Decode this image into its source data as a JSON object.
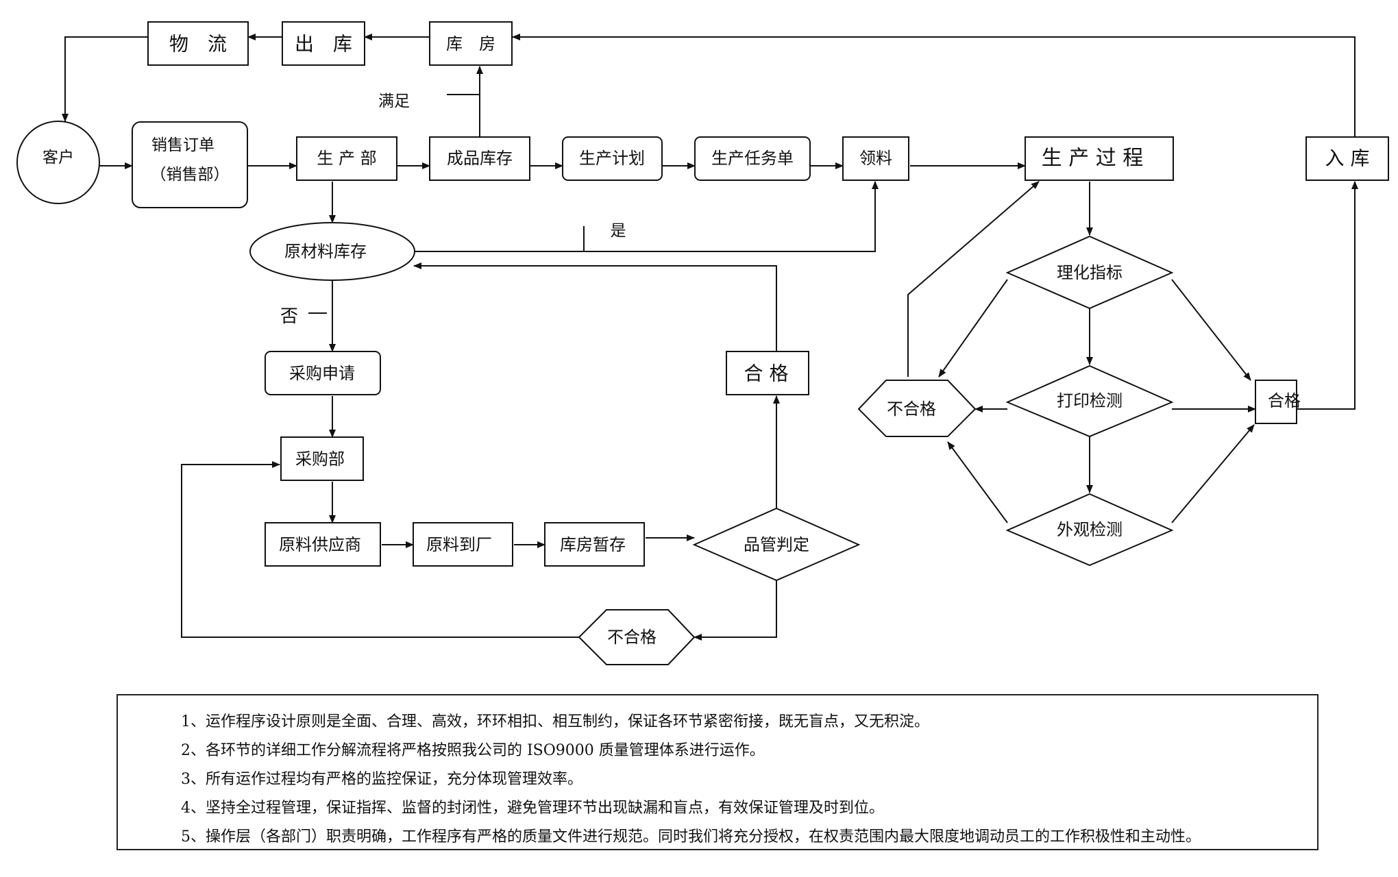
{
  "nodes": {
    "logistics": "物　流",
    "outbound": "出　库",
    "warehouse": "库　房",
    "satisfy": "满足",
    "customer": "客户",
    "sales_order_line1": "销售订单",
    "sales_order_line2": "（销售部）",
    "production_dept": "生 产 部",
    "finished_stock": "成品库存",
    "production_plan": "生产计划",
    "production_task": "生产任务单",
    "material_pick": "领料",
    "production_process": "生 产 过 程",
    "inbound": "入 库",
    "raw_stock": "原材料库存",
    "yes": "是",
    "no": "否",
    "purchase_request": "采购申请",
    "purchase_dept": "采购部",
    "supplier": "原料供应商",
    "material_arrival": "原料到厂",
    "temp_storage": "库房暂存",
    "qc_judgement": "品管判定",
    "qualified_left": "合 格",
    "unqualified_bottom": "不合格",
    "physchem_index": "理化指标",
    "print_check": "打印检测",
    "appearance_check": "外观检测",
    "unqualified_right": "不合格",
    "qualified_right": "合格"
  },
  "notes": [
    "1、运作程序设计原则是全面、合理、高效，环环相扣、相互制约，保证各环节紧密衔接，既无盲点，又无积淀。",
    "2、各环节的详细工作分解流程将严格按照我公司的 ISO9000 质量管理体系进行运作。",
    "3、所有运作过程均有严格的监控保证，充分体现管理效率。",
    "4、坚持全过程管理，保证指挥、监督的封闭性，避免管理环节出现缺漏和盲点，有效保证管理及时到位。",
    "5、操作层（各部门）职责明确，工作程序有严格的质量文件进行规范。同时我们将充分授权，在权责范围内最大限度地调动员工的工作积极性和主动性。"
  ]
}
